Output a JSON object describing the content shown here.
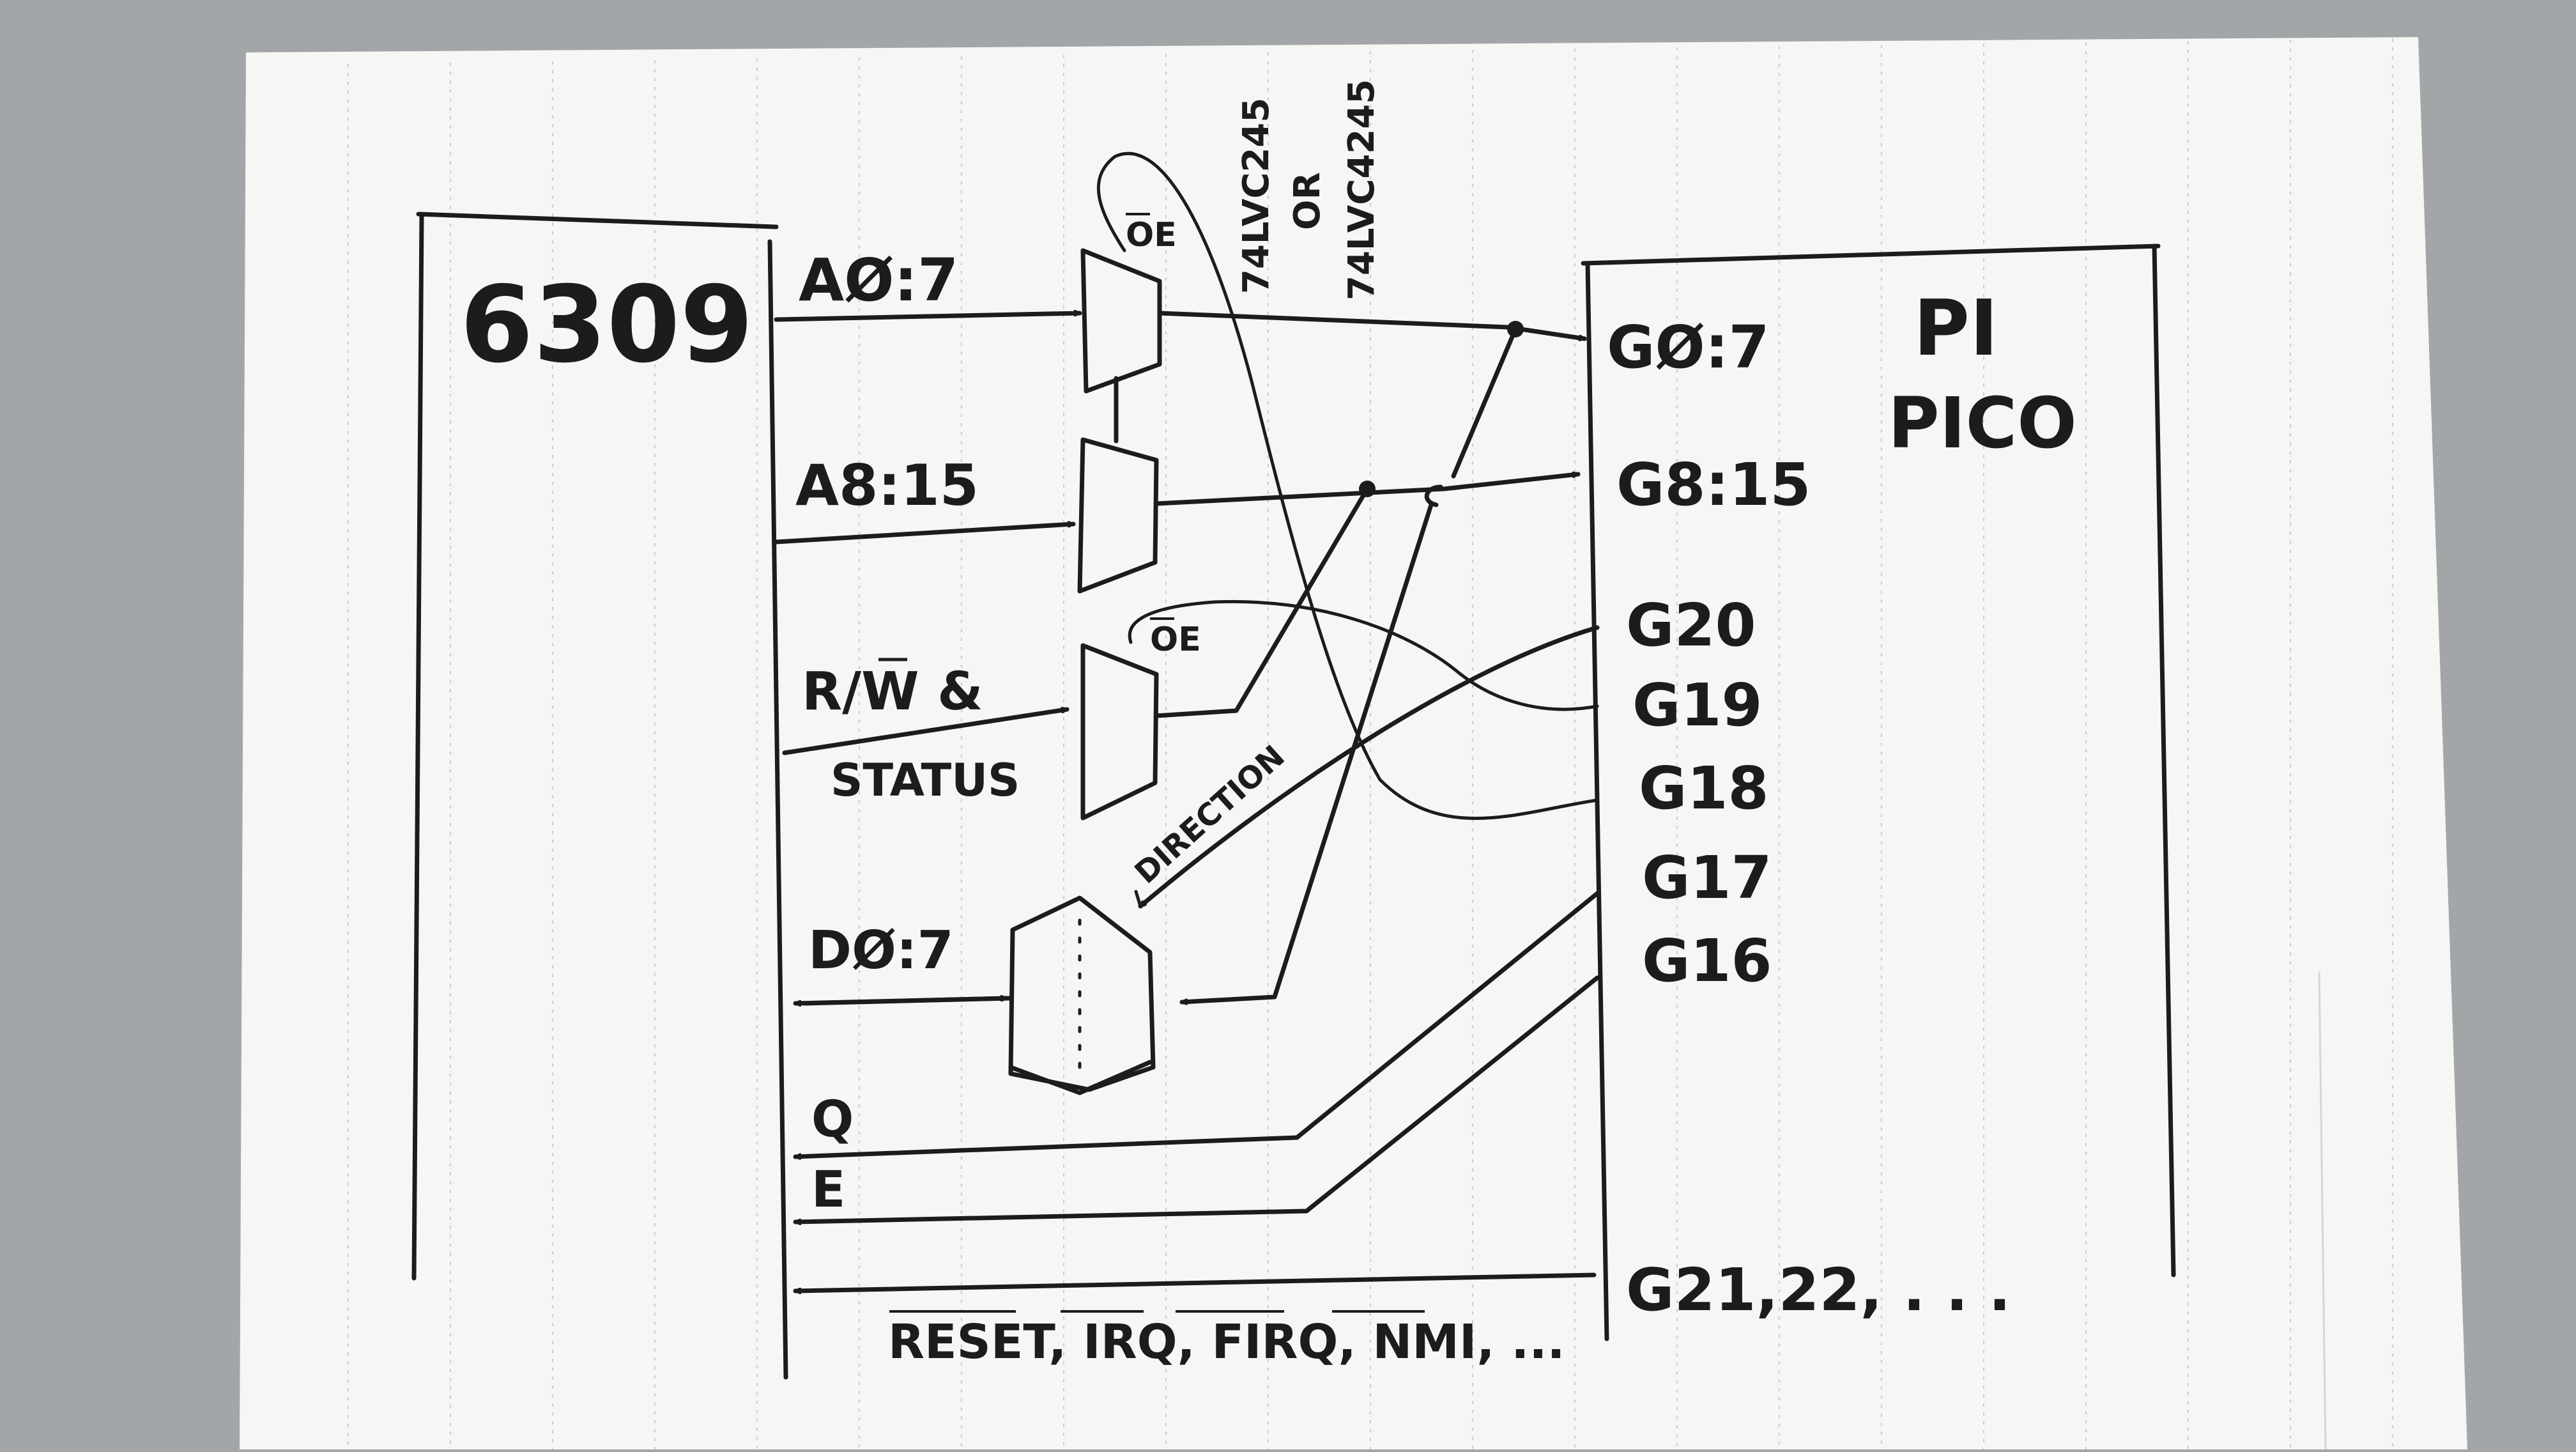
{
  "diagram": {
    "cpu_label": "6309",
    "pico_label_line1": "PI",
    "pico_label_line2": "PICO",
    "buffer_part_line1": "74LVC245",
    "buffer_part_line2": "OR",
    "buffer_part_line3": "74LVC4245",
    "oe_label_top": "OE",
    "oe_label_mid": "OE",
    "direction_label": "DIRECTION",
    "cpu_signals": {
      "addr_low": "AØ:7",
      "addr_high": "A8:15",
      "rw_status_line1": "R/W &",
      "rw_status_line2": "STATUS",
      "data": "DØ:7",
      "q": "Q",
      "e": "E",
      "control": "RESET, IRQ, FIRQ, NMI, ..."
    },
    "pico_pins": {
      "g0_7": "GØ:7",
      "g8_15": "G8:15",
      "g20": "G20",
      "g19": "G19",
      "g18": "G18",
      "g17": "G17",
      "g16": "G16",
      "g21_plus": "G21,22, . . ."
    }
  }
}
